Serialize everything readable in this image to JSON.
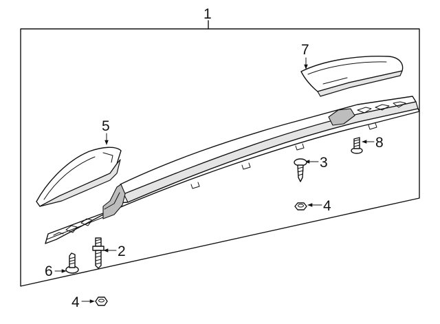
{
  "callouts": {
    "c1": "1",
    "c2": "2",
    "c3": "3",
    "c4_top": "4",
    "c4_bottom": "4",
    "c5": "5",
    "c6": "6",
    "c7": "7",
    "c8": "8"
  }
}
